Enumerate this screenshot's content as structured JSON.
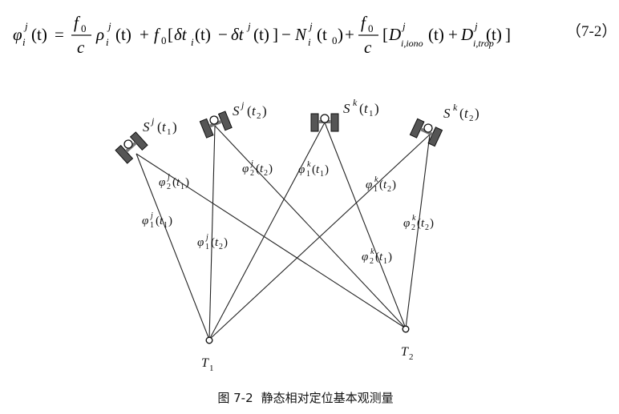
{
  "equation": {
    "lhs": "φ",
    "lhs_sub": "i",
    "lhs_sup": "j",
    "arg_t": "(t)",
    "equals": "=",
    "f0": "f",
    "zero": "0",
    "c": "c",
    "rho": "ρ",
    "sub_i": "i",
    "sup_j": "j",
    "plus": "+",
    "minus": "−",
    "bracket_open": "[",
    "bracket_close": "]",
    "delta_t": "δt",
    "delta_t_sup": "δt",
    "N": "N",
    "arg_t0": "(t",
    "arg_t0_close": ")",
    "D": "D",
    "sub_iono": "i,iono",
    "sub_trop": "i,trop",
    "number": "（7-2）"
  },
  "diagram": {
    "satellites": [
      {
        "name": "S",
        "sup": "j",
        "arg": "t",
        "arg_sub": "1"
      },
      {
        "name": "S",
        "sup": "j",
        "arg": "t",
        "arg_sub": "2"
      },
      {
        "name": "S",
        "sup": "k",
        "arg": "t",
        "arg_sub": "1"
      },
      {
        "name": "S",
        "sup": "k",
        "arg": "t",
        "arg_sub": "2"
      }
    ],
    "receivers": [
      {
        "name": "T",
        "sub": "1"
      },
      {
        "name": "T",
        "sub": "2"
      }
    ],
    "phase_labels": [
      {
        "sub": "2",
        "sup": "j",
        "t_sub": "1"
      },
      {
        "sub": "1",
        "sup": "j",
        "t_sub": "1"
      },
      {
        "sub": "1",
        "sup": "j",
        "t_sub": "2"
      },
      {
        "sub": "2",
        "sup": "j",
        "t_sub": "2"
      },
      {
        "sub": "1",
        "sup": "k",
        "t_sub": "1"
      },
      {
        "sub": "2",
        "sup": "k",
        "t_sub": "1"
      },
      {
        "sub": "1",
        "sup": "k",
        "t_sub": "2"
      },
      {
        "sub": "2",
        "sup": "k",
        "t_sub": "2"
      }
    ],
    "phi": "φ",
    "t": "t"
  },
  "caption": {
    "figure_number": "图 7-2",
    "title": "静态相对定位基本观测量"
  }
}
